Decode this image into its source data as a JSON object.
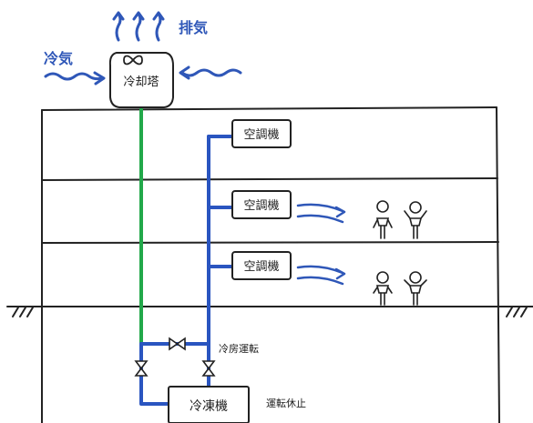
{
  "labels": {
    "cool_air": "冷気",
    "exhaust": "排気",
    "cooling_tower": "冷却塔",
    "ac_unit_1": "空調機",
    "ac_unit_2": "空調機",
    "ac_unit_3": "空調機",
    "free_cooling_operation": "冷房運転",
    "chiller": "冷凍機",
    "chiller_status": "運転休止"
  },
  "colors": {
    "blue_pipe": "#2a55c0",
    "green_pipe": "#22a84a",
    "outline": "#222222",
    "airflow": "#2f57b8"
  },
  "icons": {
    "tower_fan": "infinity-fan-icon",
    "valve": "bowtie-valve-icon",
    "person": "stick-figure-icon"
  }
}
